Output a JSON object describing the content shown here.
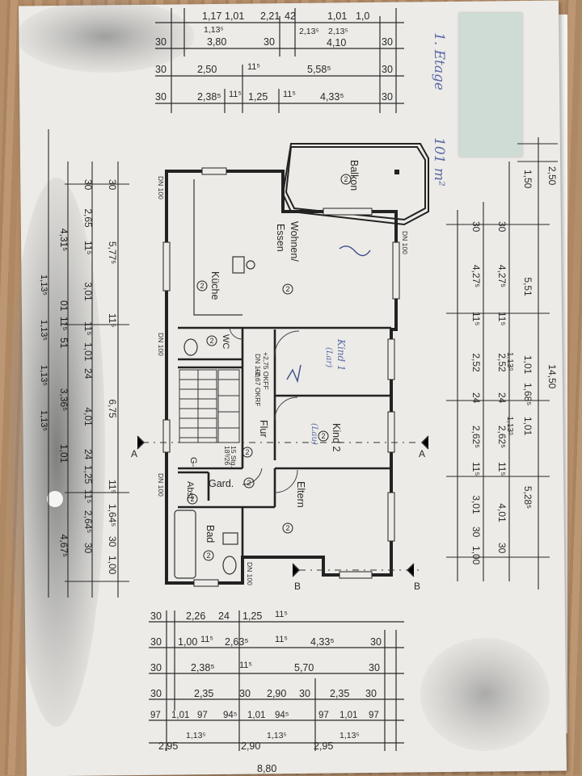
{
  "floor_title": "1. Etage",
  "area": "101 m²",
  "rooms": {
    "balkon": "Balkon",
    "wohnen_l1": "Wohnen/",
    "wohnen_l2": "Essen",
    "kueche": "Küche",
    "wc": "WC",
    "kind1": "Kind 1",
    "kind2": "Kind 2",
    "flur": "Flur",
    "eltern": "Eltern",
    "bad": "Bad",
    "gard": "Gard.",
    "abst": "Abst.",
    "room_no": "2"
  },
  "labels": {
    "dn100": "DN 100",
    "okff1": "+2,75 OKFF",
    "okff2": "+2,67 OKRF",
    "stairs1": "15 Stg.",
    "stairs2": "18³/26",
    "section_a": "A",
    "section_b": "B",
    "g": "G-",
    "hand_kind1": "Kind 1",
    "hand_lar": "(Lar)",
    "hand_lau": "(Lau)"
  },
  "dims_top": {
    "r1": [
      "1,17",
      "1,01",
      "2,21",
      "42",
      "1,01",
      "1,0"
    ],
    "r2": [
      "30",
      "1,13⁵",
      "3,80",
      "30",
      "2,13⁵",
      "2,13⁵",
      "4,10",
      "30"
    ],
    "r3": [
      "30",
      "2,50",
      "11⁵",
      "5,58⁵",
      "30"
    ],
    "r4": [
      "30",
      "2,38⁵",
      "11⁵",
      "1,25",
      "11⁵",
      "4,33⁵",
      "30"
    ]
  },
  "dims_bottom": {
    "r1": [
      "30",
      "2,26",
      "24",
      "1,25",
      "11⁵"
    ],
    "r2": [
      "30",
      "1,00",
      "11⁵",
      "2,63⁵",
      "11⁵",
      "4,33⁵",
      "30"
    ],
    "r3": [
      "30",
      "2,38⁵",
      "11⁵",
      "5,70",
      "30"
    ],
    "r4": [
      "30",
      "2,35",
      "30",
      "2,90",
      "30",
      "2,35",
      "30"
    ],
    "r5": [
      "97",
      "1,01",
      "97",
      "94⁵",
      "1,01",
      "94⁵",
      "97",
      "1,01",
      "97"
    ],
    "r6": [
      "2,95",
      "1,13⁵",
      "2,90",
      "1,13⁵",
      "2,95",
      "1,13⁵"
    ],
    "total": "8,80"
  },
  "dims_left": {
    "c1": [
      "30",
      "5,77⁵",
      "11⁵",
      "6,75",
      "11⁵",
      "1,64⁵",
      "30",
      "1,00"
    ],
    "c2": [
      "30",
      "2,65",
      "11⁵",
      "3,01",
      "11⁵",
      "1,01",
      "24",
      "4,01",
      "24",
      "1,25",
      "11⁵",
      "2,64⁵",
      "30"
    ],
    "c3": [
      "4,31⁵",
      "01",
      "11⁵",
      "51",
      "3,36⁵",
      "1,01",
      "4,67⁵"
    ],
    "c4": [
      "1,13⁵",
      "1,13⁵",
      "1,13⁵",
      "1,13⁵"
    ]
  },
  "dims_right": {
    "c1": [
      "2,50",
      "14,50"
    ],
    "c2": [
      "1,50",
      "5,51",
      "1,01",
      "1,68⁵",
      "1,01",
      "5,28⁵"
    ],
    "c3": [
      "30",
      "4,27⁵",
      "11⁵",
      "2,52",
      "24",
      "2,62⁵",
      "11⁵",
      "4,01",
      "30"
    ],
    "c4": [
      "30",
      "4,27⁵",
      "11⁵",
      "2,52",
      "24",
      "2,62⁵",
      "11⁵",
      "3,01",
      "30",
      "1,00"
    ],
    "c5": [
      "1,13⁵",
      "1,13⁵"
    ]
  },
  "colors": {
    "paper": "#ecebe7",
    "ink": "#2a2a2a",
    "tab": "#cfdcd5",
    "handwriting": "#5a6aa8"
  }
}
